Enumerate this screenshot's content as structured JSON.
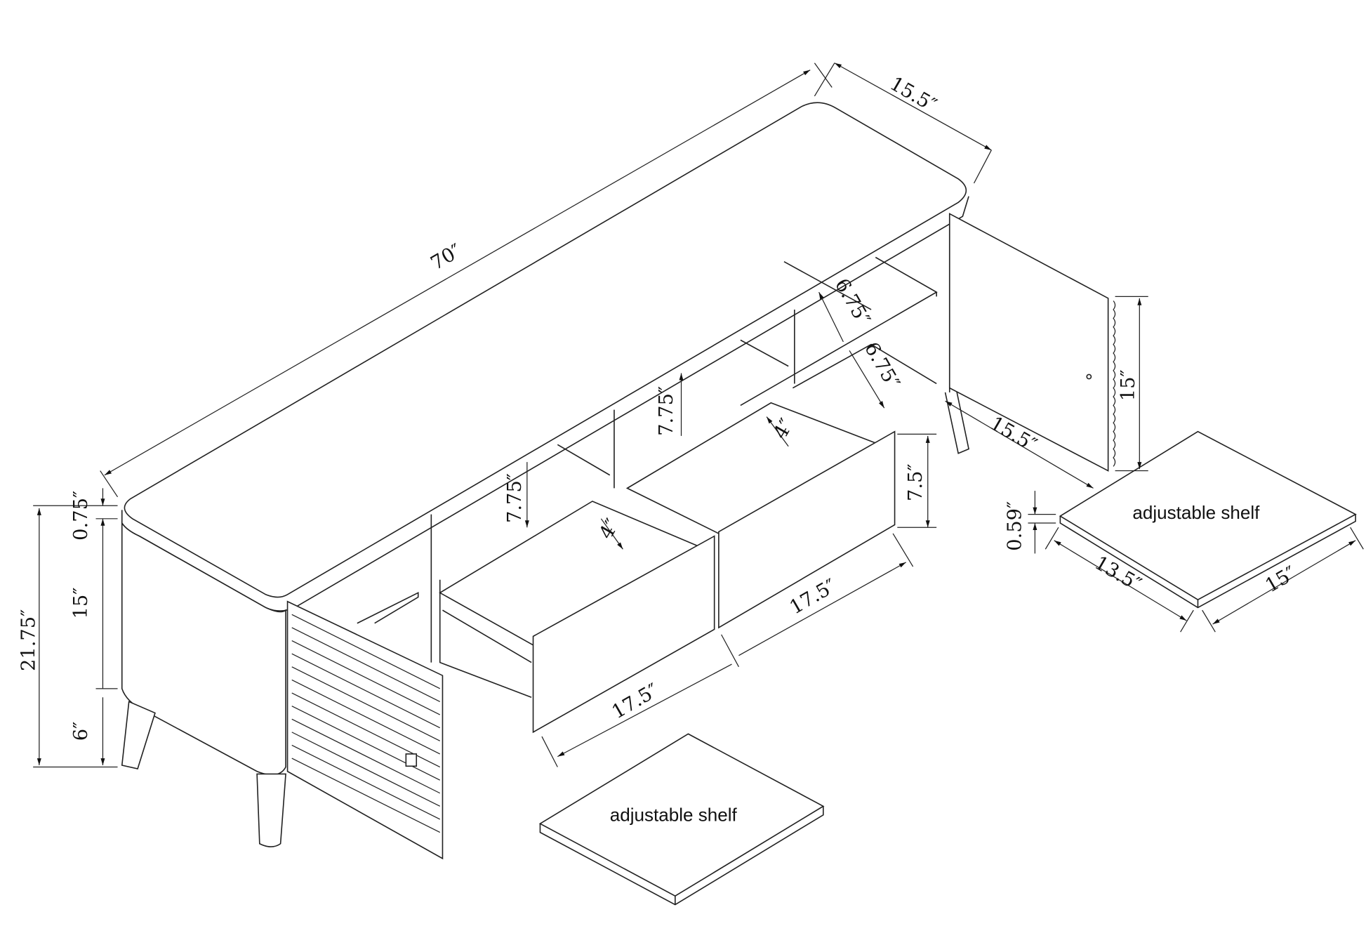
{
  "title": "TV stand dimension drawing",
  "dimensions": {
    "length": "70″",
    "depth_top": "15.5″",
    "depth_side": "15.5″",
    "top_thickness": "0.75″",
    "body_height": "15″",
    "leg_height": "6″",
    "total_height": "21.75″",
    "upper_shelf_gap": "6.75″",
    "lower_shelf_gap": "6.75″",
    "left_compartment_height": "7.75″",
    "center_compartment_height": "7.75″",
    "drawer_depth_left": "4″",
    "drawer_depth_right": "4″",
    "drawer_height": "7.5″",
    "drawer_width_left": "17.5″",
    "drawer_width_right": "17.5″",
    "door_height": "15″",
    "shelf_thickness": "0.59″",
    "shelf_depth": "13.5″",
    "shelf_width": "15″"
  },
  "labels": {
    "shelf_bottom": "adjustable shelf",
    "shelf_right": "adjustable shelf"
  },
  "colors": {
    "line": "#222222",
    "background": "#ffffff"
  }
}
